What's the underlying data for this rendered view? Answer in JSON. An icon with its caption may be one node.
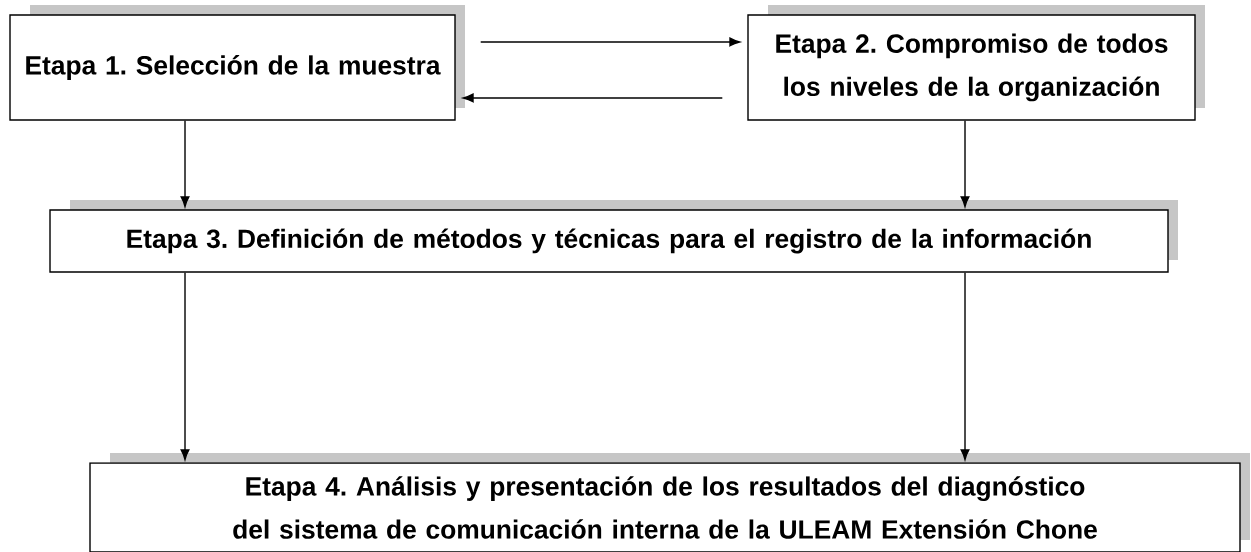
{
  "diagram": {
    "nodes": [
      {
        "text": [
          "Etapa 1. Selección de la muestra"
        ]
      },
      {
        "text": [
          "Etapa 2. Compromiso de todos los niveles de la organización"
        ]
      },
      {
        "text": [
          "Etapa 3. Definición de métodos y técnicas para el registro de la información"
        ]
      },
      {
        "text": [
          "Etapa 4. Análisis y presentación de los resultados del diagnóstico del sistema de comunicación interna de la ULEAM Extensión Chone"
        ]
      }
    ],
    "edges": [
      {
        "from": 0,
        "to": 1,
        "arrow": "to"
      },
      {
        "from": 1,
        "to": 0,
        "arrow": "to"
      },
      {
        "from": 0,
        "to": 2,
        "arrow": "to"
      },
      {
        "from": 1,
        "to": 2,
        "arrow": "to"
      },
      {
        "from": 2,
        "to": 3,
        "arrow": "to"
      },
      {
        "from": 2,
        "to": 3,
        "arrow": "to"
      }
    ]
  }
}
